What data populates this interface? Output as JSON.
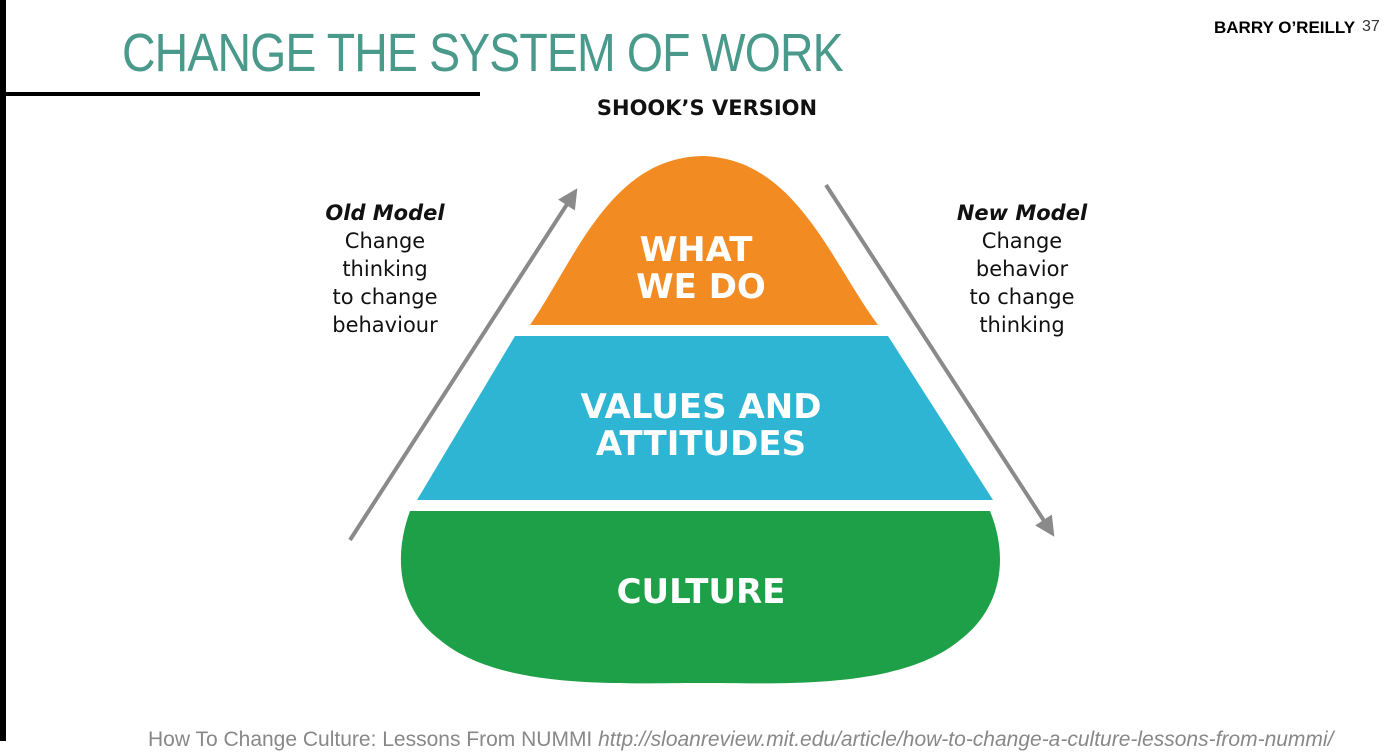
{
  "slide": {
    "title": "CHANGE THE SYSTEM OF WORK",
    "author": "BARRY O’REILLY",
    "page_number": "37"
  },
  "diagram": {
    "heading": "SHOOK’S VERSION",
    "layers": [
      {
        "line1": "WHAT",
        "line2": "WE DO",
        "color": "#f28c22"
      },
      {
        "line1": "VALUES AND",
        "line2": "ATTITUDES",
        "color": "#2db5d3"
      },
      {
        "line1": "CULTURE",
        "color": "#1ea049"
      }
    ],
    "old_model": {
      "heading": "Old Model",
      "lines": [
        "Change",
        "thinking",
        "to change",
        "behaviour"
      ]
    },
    "new_model": {
      "heading": "New Model",
      "lines": [
        "Change",
        "behavior",
        "to change",
        "thinking"
      ]
    },
    "arrow_color": "#8a8a8a"
  },
  "footer": {
    "text": "How To Change Culture: Lessons From NUMMI",
    "link": "http://sloanreview.mit.edu/article/how-to-change-a-culture-lessons-from-nummi/"
  }
}
